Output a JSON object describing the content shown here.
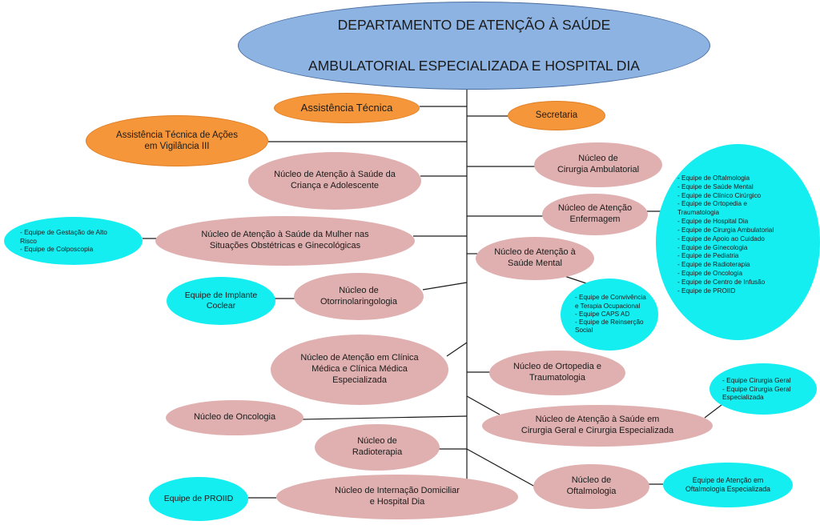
{
  "root": {
    "line1": "DEPARTAMENTO DE ATENÇÃO À SAÚDE",
    "line2": "AMBULATORIAL ESPECIALIZADA E HOSPITAL DIA"
  },
  "nodes": {
    "assistencia_tecnica": "Assistência Técnica",
    "secretaria": "Secretaria",
    "assistencia_vigilancia": "Assistência Técnica de Ações\nem Vigilância III",
    "cirurgia_ambulatorial": "Núcleo de\nCirurgia Ambulatorial",
    "saude_crianca": "Núcleo de Atenção à Saúde da\nCriança e Adolescente",
    "enfermagem": "Núcleo de Atenção\nEnfermagem",
    "saude_mulher": "Núcleo de Atenção à Saúde da Mulher nas\nSituações Obstétricas e Ginecológicas",
    "saude_mental": "Núcleo de Atenção à\nSaúde Mental",
    "otorrino": "Núcleo de\nOtorrinolaringologia",
    "clinica_medica": "Núcleo de Atenção em Clínica\nMédica e Clínica Médica\nEspecializada",
    "ortopedia": "Núcleo de Ortopedia e\nTraumatologia",
    "oncologia": "Núcleo de Oncologia",
    "cirurgia_geral": "Núcleo de Atenção à Saúde em\nCirurgia Geral e Cirurgia Especializada",
    "radioterapia": "Núcleo de\nRadioterapia",
    "oftalmologia": "Núcleo de\nOftalmologia",
    "internacao": "Núcleo de Internação Domiciliar\ne Hospital Dia"
  },
  "teams": {
    "enfermagem": "- Equipe de Oftalmologia\n- Equipe de Saúde Mental\n- Equipe de Clínico Cirúrgico\n- Equipe de Ortopedia e\nTraumatologia\n- Equipe de Hospital Dia\n- Equipe de Cirurgia Ambulatorial\n- Equipe de Apoio ao Cuidado\n- Equipe de Ginecologia\n  - Equipe de Pediatria\n- Equipe de Radioterapia\n- Equipe de Oncologia\n- Equipe de Centro de Infusão\n- Equipe de PROIID",
    "mulher": " - Equipe de Gestação de Alto\nRisco\n  - Equipe de Colposcopia",
    "saude_mental": "- Equipe de Convivência\ne Terapia Ocupacional\n  - Equipe CAPS AD\n  - Equipe de Reinserção\nSocial",
    "implante": "Equipe de Implante\nCoclear",
    "cirurgia_geral": "  - Equipe Cirurgia Geral\n   - Equipe Cirurgia Geral\nEspecializada",
    "oftalmologia": "Equipe de Atenção em\nOftalmologia Especializada",
    "proiid": "Equipe de PROIID"
  },
  "colors": {
    "root": "#8db3e2",
    "staff": "#f5963a",
    "nucleus": "#e0b0b0",
    "team": "#14eef0",
    "line": "#1a1a1a"
  }
}
